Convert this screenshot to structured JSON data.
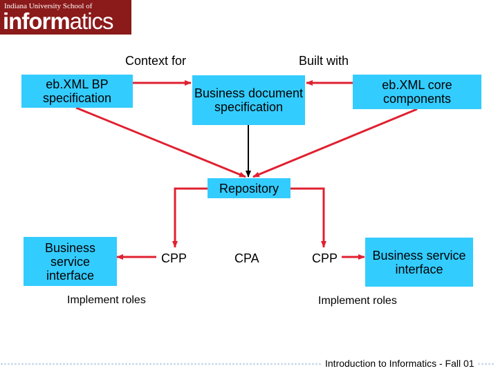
{
  "logo": {
    "line1": "Indiana University School of",
    "line2_bold": "inform",
    "line2_rest": "atics"
  },
  "labels": {
    "context_for": "Context for",
    "built_with": "Built with",
    "implement_roles_left": "Implement roles",
    "implement_roles_right": "Implement roles"
  },
  "nodes": {
    "ebxml_bp": "eb.XML BP specification",
    "business_doc": "Business document specification",
    "ebxml_core": "eb.XML core components",
    "repository": "Repository",
    "bsi_left": "Business service interface",
    "cpp_left": "CPP",
    "cpa": "CPA",
    "cpp_right": "CPP",
    "bsi_right": "Business service interface"
  },
  "footer": "Introduction to Informatics - Fall 01",
  "colors": {
    "box_fill": "#33ccff",
    "arrow": "#e02030",
    "logo_bg": "#8b1a1a"
  }
}
